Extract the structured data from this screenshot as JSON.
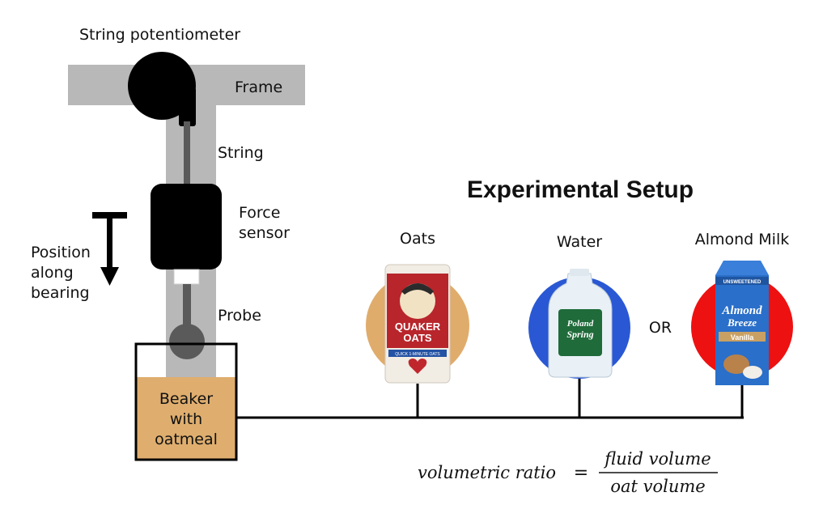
{
  "title": "Experimental Setup",
  "apparatus": {
    "string_potentiometer": "String potentiometer",
    "frame": "Frame",
    "string": "String",
    "force_sensor": [
      "Force",
      "sensor"
    ],
    "position": [
      "Position",
      "along",
      "bearing"
    ],
    "probe": "Probe",
    "beaker": [
      "Beaker",
      "with",
      "oatmeal"
    ]
  },
  "ingredients": {
    "oats": "Oats",
    "water": "Water",
    "almond_milk": "Almond Milk",
    "or": "OR"
  },
  "product_text": {
    "oats_brand": [
      "QUAKER",
      "OATS"
    ],
    "oats_sub": "QUICK 1-MINUTE OATS",
    "water_brand": [
      "Poland",
      "Spring"
    ],
    "milk_brand": [
      "Almond",
      "Breeze"
    ],
    "milk_top": "UNSWEETENED",
    "milk_flavor": "Vanilla"
  },
  "formula": {
    "lhs": "volumetric ratio",
    "op": "=",
    "numerator": "fluid volume",
    "denominator": "oat volume"
  },
  "colors": {
    "frame": "#b8b8b8",
    "device": "#000000",
    "oatmeal": "#dfae6e",
    "oats_circle": "#e0ac6c",
    "water_circle": "#2a58d4",
    "milk_circle": "#ee1111"
  }
}
